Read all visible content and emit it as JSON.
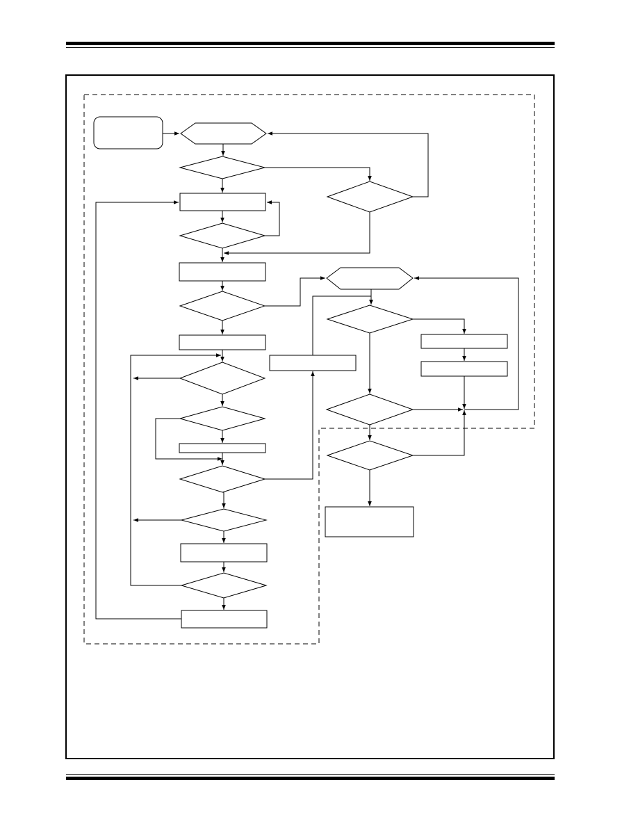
{
  "header": {},
  "footer": {},
  "figure": {
    "nodes": [
      {
        "id": "n-start",
        "kind": "terminator",
        "label": ""
      },
      {
        "id": "n-hex1",
        "kind": "hexagon",
        "label": ""
      },
      {
        "id": "n-d1",
        "kind": "decision",
        "label": ""
      },
      {
        "id": "n-d2",
        "kind": "decision",
        "label": ""
      },
      {
        "id": "n-p1",
        "kind": "process",
        "label": ""
      },
      {
        "id": "n-d3",
        "kind": "decision",
        "label": ""
      },
      {
        "id": "n-p2",
        "kind": "process",
        "label": ""
      },
      {
        "id": "n-d4",
        "kind": "decision",
        "label": ""
      },
      {
        "id": "n-p3",
        "kind": "process",
        "label": ""
      },
      {
        "id": "n-d5",
        "kind": "decision",
        "label": ""
      },
      {
        "id": "n-d6",
        "kind": "decision",
        "label": ""
      },
      {
        "id": "n-p4",
        "kind": "process",
        "label": ""
      },
      {
        "id": "n-d7",
        "kind": "decision",
        "label": ""
      },
      {
        "id": "n-d8",
        "kind": "decision",
        "label": ""
      },
      {
        "id": "n-p5",
        "kind": "process",
        "label": ""
      },
      {
        "id": "n-d9",
        "kind": "decision",
        "label": ""
      },
      {
        "id": "n-p6",
        "kind": "process",
        "label": ""
      },
      {
        "id": "n-p7",
        "kind": "process",
        "label": ""
      },
      {
        "id": "n-hex2",
        "kind": "hexagon",
        "label": ""
      },
      {
        "id": "n-d10",
        "kind": "decision",
        "label": ""
      },
      {
        "id": "n-p8",
        "kind": "process",
        "label": ""
      },
      {
        "id": "n-p9",
        "kind": "process",
        "label": ""
      },
      {
        "id": "n-d11",
        "kind": "decision",
        "label": ""
      },
      {
        "id": "n-d12",
        "kind": "decision",
        "label": ""
      },
      {
        "id": "n-p10",
        "kind": "process",
        "label": ""
      }
    ]
  },
  "colors": {
    "line": "#000000",
    "background": "#ffffff"
  }
}
